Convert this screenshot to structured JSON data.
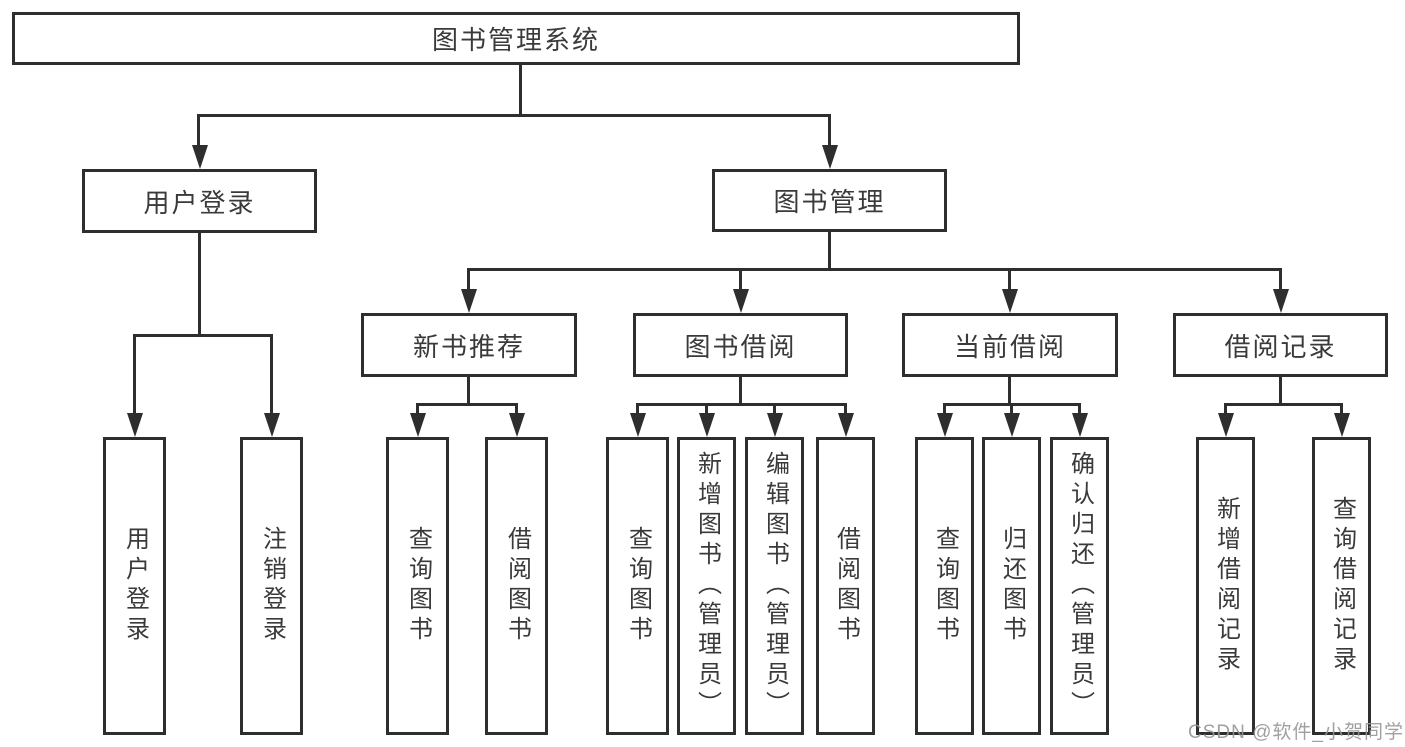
{
  "diagram_title": "图书管理系统",
  "tree": {
    "label": "图书管理系统",
    "children": [
      {
        "label": "用户登录",
        "children": [
          {
            "label": "用户登录"
          },
          {
            "label": "注销登录"
          }
        ]
      },
      {
        "label": "图书管理",
        "children": [
          {
            "label": "新书推荐",
            "children": [
              {
                "label": "查询图书"
              },
              {
                "label": "借阅图书"
              }
            ]
          },
          {
            "label": "图书借阅",
            "children": [
              {
                "label": "查询图书"
              },
              {
                "label": "新增图书（管理员）"
              },
              {
                "label": "编辑图书（管理员）"
              },
              {
                "label": "借阅图书"
              }
            ]
          },
          {
            "label": "当前借阅",
            "children": [
              {
                "label": "查询图书"
              },
              {
                "label": "归还图书"
              },
              {
                "label": "确认归还（管理员）"
              }
            ]
          },
          {
            "label": "借阅记录",
            "children": [
              {
                "label": "新增借阅记录"
              },
              {
                "label": "查询借阅记录"
              }
            ]
          }
        ]
      }
    ]
  },
  "watermark": {
    "text": "CSDN @软件_小贺同学"
  },
  "colors": {
    "line": "#2e2e2e",
    "text": "#3a3a3a",
    "background": "#ffffff",
    "watermark": "#969696"
  }
}
